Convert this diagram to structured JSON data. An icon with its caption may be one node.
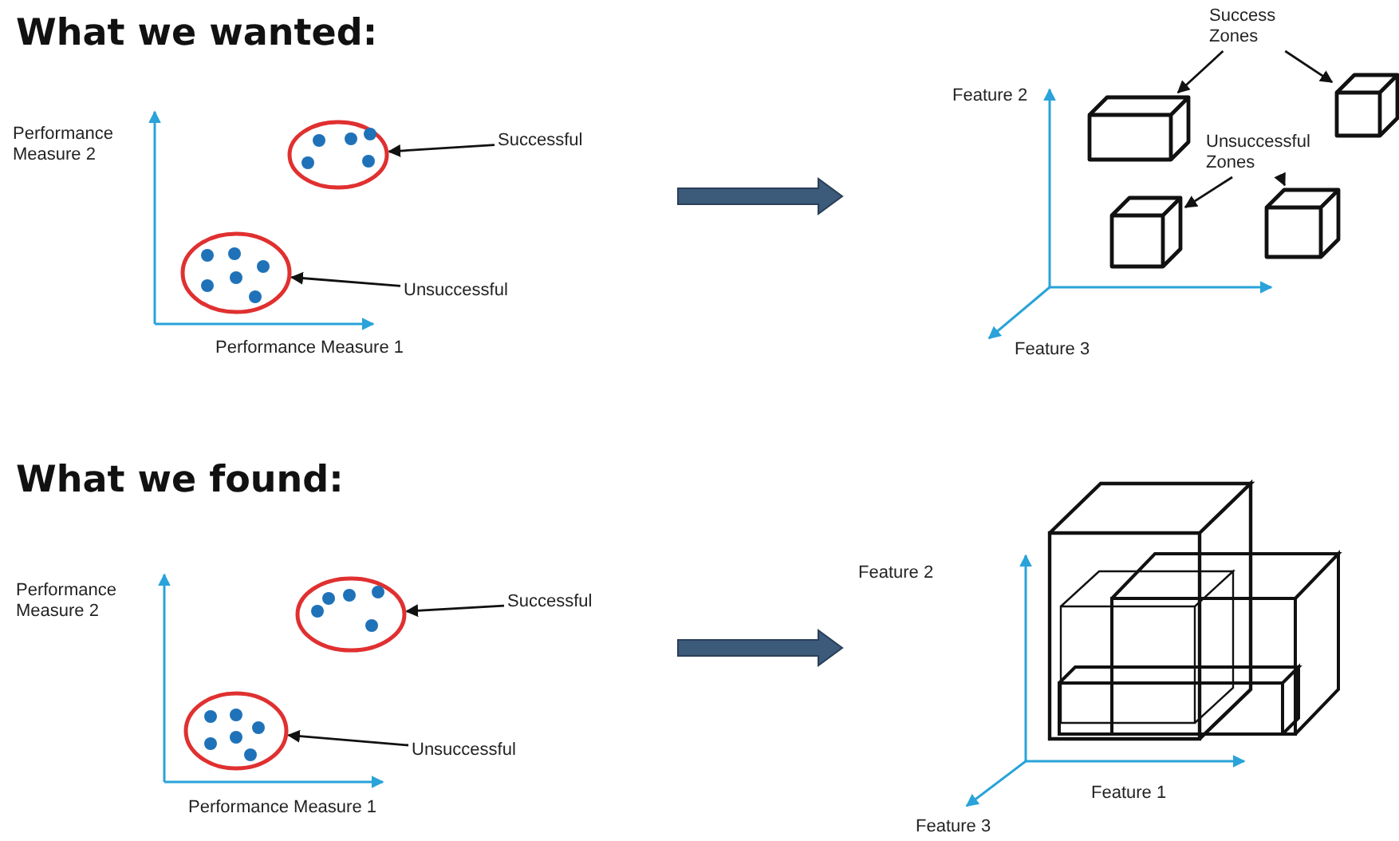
{
  "diagram": {
    "nodes": [
      {
        "text": [],
        "shape": "ellipse"
      },
      {
        "text": [
          "Successful"
        ]
      },
      {
        "text": [],
        "shape": "ellipse"
      },
      {
        "text": [
          "Unsuccessful"
        ]
      },
      {
        "text": [
          "Success Zones"
        ]
      },
      {
        "text": [],
        "shape": "box"
      },
      {
        "text": [],
        "shape": "box"
      },
      {
        "text": [
          "Unsuccessful Zones"
        ]
      },
      {
        "text": [],
        "shape": "box"
      },
      {
        "text": [],
        "shape": "box"
      },
      {
        "text": [],
        "shape": "ellipse"
      },
      {
        "text": [
          "Successful"
        ]
      },
      {
        "text": [],
        "shape": "ellipse"
      },
      {
        "text": [
          "Unsuccessful"
        ]
      }
    ],
    "edges": [
      {
        "from": 1,
        "to": 0,
        "arrow": "to"
      },
      {
        "from": 3,
        "to": 2,
        "arrow": "to"
      },
      {
        "from": 4,
        "to": 5,
        "arrow": "to"
      },
      {
        "from": 4,
        "to": 6,
        "arrow": "to"
      },
      {
        "from": 7,
        "to": 8,
        "arrow": "to"
      },
      {
        "from": 7,
        "to": 9,
        "arrow": "to"
      },
      {
        "from": 11,
        "to": 10,
        "arrow": "to"
      },
      {
        "from": 13,
        "to": 12,
        "arrow": "to"
      }
    ],
    "labels": [
      "What we wanted:",
      "Performance Measure 2",
      "Performance Measure 1",
      "Feature 2",
      "Feature 3",
      "What we found:",
      "Performance Measure 2",
      "Performance Measure 1",
      "Feature 2",
      "Feature 1",
      "Feature 3"
    ]
  }
}
